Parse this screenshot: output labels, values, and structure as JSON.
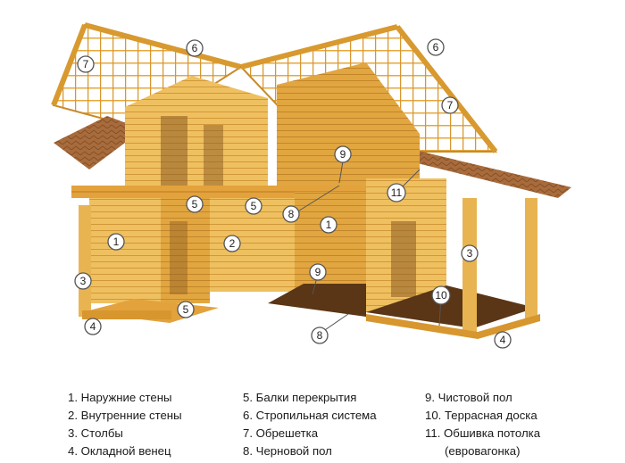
{
  "callouts": [
    "1",
    "2",
    "3",
    "4",
    "5",
    "6",
    "7",
    "8",
    "9",
    "10",
    "11"
  ],
  "legend": {
    "col1": [
      "1. Наружние стены",
      "2. Внутренние стены",
      "3. Столбы",
      "4. Окладной венец"
    ],
    "col2": [
      "5. Балки перекрытия",
      "6. Стропильная система",
      "7. Обрешетка",
      "8. Черновой пол"
    ],
    "col3": [
      "9. Чистовой пол",
      "10. Террасная доска",
      "11. Обшивка потолка",
      "(евровагонка)"
    ]
  },
  "colors": {
    "wood_light": "#f2c866",
    "wood_mid": "#e6ad45",
    "wood_dark": "#c98a2a",
    "shingle": "#a76a3a",
    "floor_dark": "#5a3516",
    "callout_stroke": "#555555"
  }
}
